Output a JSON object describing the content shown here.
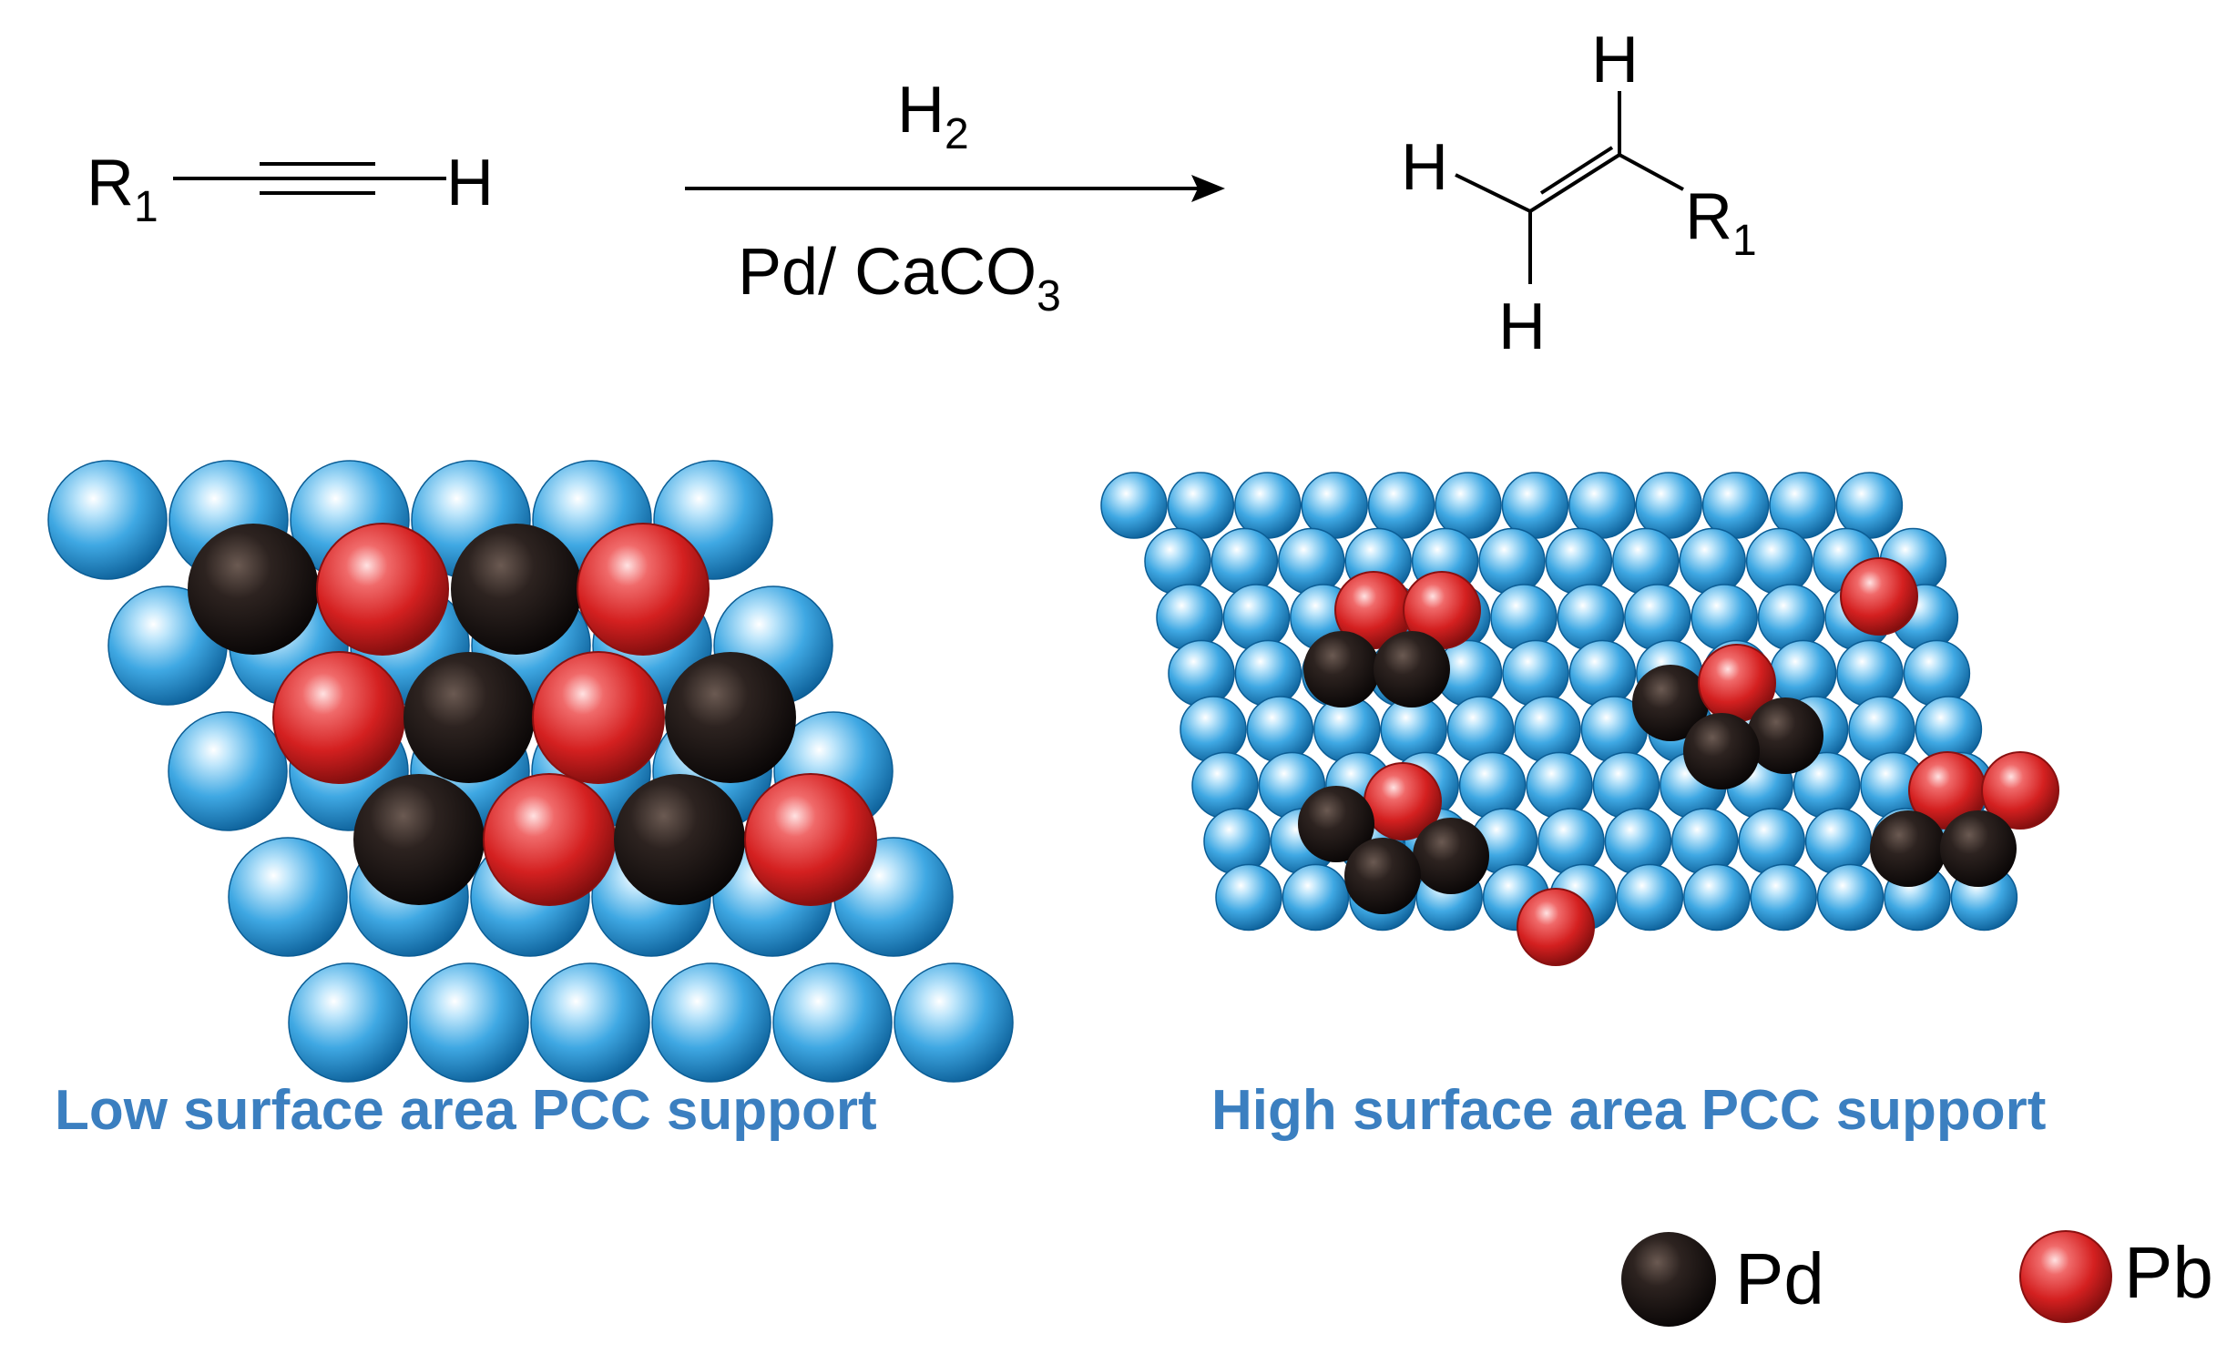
{
  "reaction": {
    "reactant": {
      "r_letter": "R",
      "r_sub": "1",
      "h": "H"
    },
    "reagent_top": {
      "text": "H",
      "sub": "2"
    },
    "reagent_bottom": {
      "text": "Pd/ CaCO",
      "sub": "3"
    },
    "product": {
      "h_top": "H",
      "h_left": "H",
      "h_bottom": "H",
      "r_letter": "R",
      "r_sub": "1"
    }
  },
  "panels": {
    "low": {
      "label": "Low surface area PCC support"
    },
    "high": {
      "label": "High surface area PCC support"
    }
  },
  "legend": {
    "pd": {
      "label": "Pd"
    },
    "pb": {
      "label": "Pb"
    }
  },
  "colors": {
    "support": "#2a97d6",
    "pd": "#1a1412",
    "pb": "#d62020",
    "label": "#3b7fc0"
  }
}
